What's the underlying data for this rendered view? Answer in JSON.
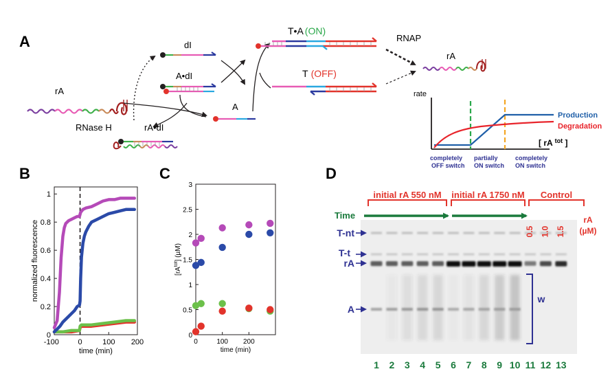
{
  "panels": {
    "a": "A",
    "b": "B",
    "c": "C",
    "d": "D"
  },
  "scheme": {
    "rA": "rA",
    "dI": "dI",
    "A_dI": "A•dI",
    "rA_dI": "rA•dI",
    "A": "A",
    "rnase": "RNase H",
    "TA_prefix": "T•A",
    "TA_state": "(ON)",
    "T_prefix": "T",
    "T_state": "(OFF)",
    "rnap": "RNAP",
    "rA_out": "rA"
  },
  "rate_plot": {
    "ylabel": "rate",
    "xlabel": "[ rA",
    "xlabel_sup": "tot",
    "xlabel_close": " ]",
    "production_label": "Production",
    "degradation_label": "Degradation",
    "region_off": [
      "completely",
      "OFF switch"
    ],
    "region_partial": [
      "partially",
      "ON switch"
    ],
    "region_on": [
      "completely",
      "ON switch"
    ]
  },
  "colors": {
    "production": "#1f5fa8",
    "degradation": "#e8242b",
    "dash_green": "#2aa84a",
    "dash_orange": "#f5a623",
    "magenta": "#b54ab8",
    "blue": "#2b4aa8",
    "green": "#6cc04a",
    "red": "#e2332b",
    "gel_red": "#e2332b",
    "gel_green": "#1a7a3c",
    "gel_blue": "#2e3192"
  },
  "chart_data": [
    {
      "type": "line",
      "panel": "B",
      "xlabel": "time (min)",
      "ylabel": "normalized fluorescence",
      "xlim": [
        -90,
        200
      ],
      "ylim": [
        0,
        1.05
      ],
      "xticks": [
        -100,
        0,
        100,
        200
      ],
      "yticks": [
        0,
        0.2,
        0.4,
        0.6,
        0.8,
        1
      ],
      "marker_line_x": 0,
      "series": [
        {
          "color": "magenta",
          "x": [
            -90,
            -80,
            -72,
            -66,
            -60,
            -55,
            -50,
            -40,
            -30,
            -20,
            -10,
            -2,
            2,
            10,
            20,
            40,
            60,
            80,
            100,
            120,
            140,
            160,
            190
          ],
          "y": [
            0.05,
            0.1,
            0.3,
            0.55,
            0.7,
            0.76,
            0.79,
            0.81,
            0.82,
            0.83,
            0.84,
            0.84,
            0.87,
            0.89,
            0.9,
            0.91,
            0.93,
            0.95,
            0.96,
            0.96,
            0.97,
            0.97,
            0.97
          ]
        },
        {
          "color": "blue",
          "x": [
            -90,
            -80,
            -70,
            -60,
            -50,
            -40,
            -30,
            -20,
            -10,
            -2,
            0,
            2,
            5,
            10,
            15,
            20,
            30,
            40,
            60,
            80,
            100,
            120,
            140,
            160,
            190
          ],
          "y": [
            0.02,
            0.04,
            0.06,
            0.09,
            0.11,
            0.13,
            0.15,
            0.17,
            0.2,
            0.21,
            0.24,
            0.4,
            0.55,
            0.65,
            0.7,
            0.73,
            0.77,
            0.8,
            0.82,
            0.84,
            0.86,
            0.87,
            0.88,
            0.89,
            0.89
          ]
        },
        {
          "color": "green",
          "x": [
            -90,
            -60,
            -30,
            -2,
            0,
            5,
            40,
            80,
            120,
            160,
            190
          ],
          "y": [
            0.02,
            0.02,
            0.03,
            0.03,
            0.06,
            0.07,
            0.07,
            0.08,
            0.09,
            0.1,
            0.1
          ]
        },
        {
          "color": "red",
          "x": [
            -90,
            -60,
            -30,
            -2,
            0,
            5,
            40,
            80,
            120,
            160,
            190
          ],
          "y": [
            0.02,
            0.02,
            0.02,
            0.03,
            0.05,
            0.06,
            0.06,
            0.07,
            0.08,
            0.09,
            0.09
          ]
        }
      ]
    },
    {
      "type": "scatter",
      "panel": "C",
      "xlabel": "time (min)",
      "ylabel": "[rA",
      "ylabel_sup": "tot",
      "ylabel_tail": "] (µM)",
      "xlim": [
        0,
        300
      ],
      "ylim": [
        0,
        3
      ],
      "xticks": [
        0,
        100,
        200
      ],
      "yticks": [
        0,
        0.5,
        1,
        1.5,
        2,
        2.5,
        3
      ],
      "series": [
        {
          "color": "magenta",
          "x": [
            0,
            20,
            100,
            200,
            280
          ],
          "y": [
            1.83,
            1.92,
            2.13,
            2.19,
            2.22
          ]
        },
        {
          "color": "blue",
          "x": [
            0,
            20,
            100,
            200,
            280
          ],
          "y": [
            1.38,
            1.44,
            1.74,
            2.0,
            2.03
          ]
        },
        {
          "color": "green",
          "x": [
            0,
            20,
            100,
            200,
            280
          ],
          "y": [
            0.58,
            0.62,
            0.62,
            0.52,
            0.47
          ]
        },
        {
          "color": "red",
          "x": [
            0,
            20,
            100,
            200,
            280
          ],
          "y": [
            0.06,
            0.17,
            0.47,
            0.53,
            0.5
          ]
        }
      ]
    }
  ],
  "gel": {
    "group1": "initial rA 550 nM",
    "group2": "initial rA 1750 nM",
    "group3": "Control",
    "time_label": "Time",
    "conc_unit_1": "rA",
    "conc_unit_2": "(µM)",
    "conc_values": [
      "0.5",
      "1.0",
      "1.5"
    ],
    "band_labels": [
      "T-nt",
      "T-t",
      "rA",
      "A"
    ],
    "w_label": "w",
    "lanes": [
      "1",
      "2",
      "3",
      "4",
      "5",
      "6",
      "7",
      "8",
      "9",
      "10",
      "11",
      "12",
      "13"
    ],
    "rA_intensity": [
      0.55,
      0.55,
      0.55,
      0.55,
      0.55,
      0.95,
      0.95,
      0.95,
      0.95,
      0.95,
      0.4,
      0.65,
      0.8
    ],
    "A_intensity": [
      0.35,
      0.38,
      0.42,
      0.45,
      0.45,
      0.3,
      0.32,
      0.35,
      0.38,
      0.4,
      0,
      0,
      0
    ],
    "smear_intensity": [
      0,
      0.1,
      0.2,
      0.28,
      0.3,
      0.05,
      0.15,
      0.3,
      0.42,
      0.5,
      0,
      0,
      0
    ]
  }
}
